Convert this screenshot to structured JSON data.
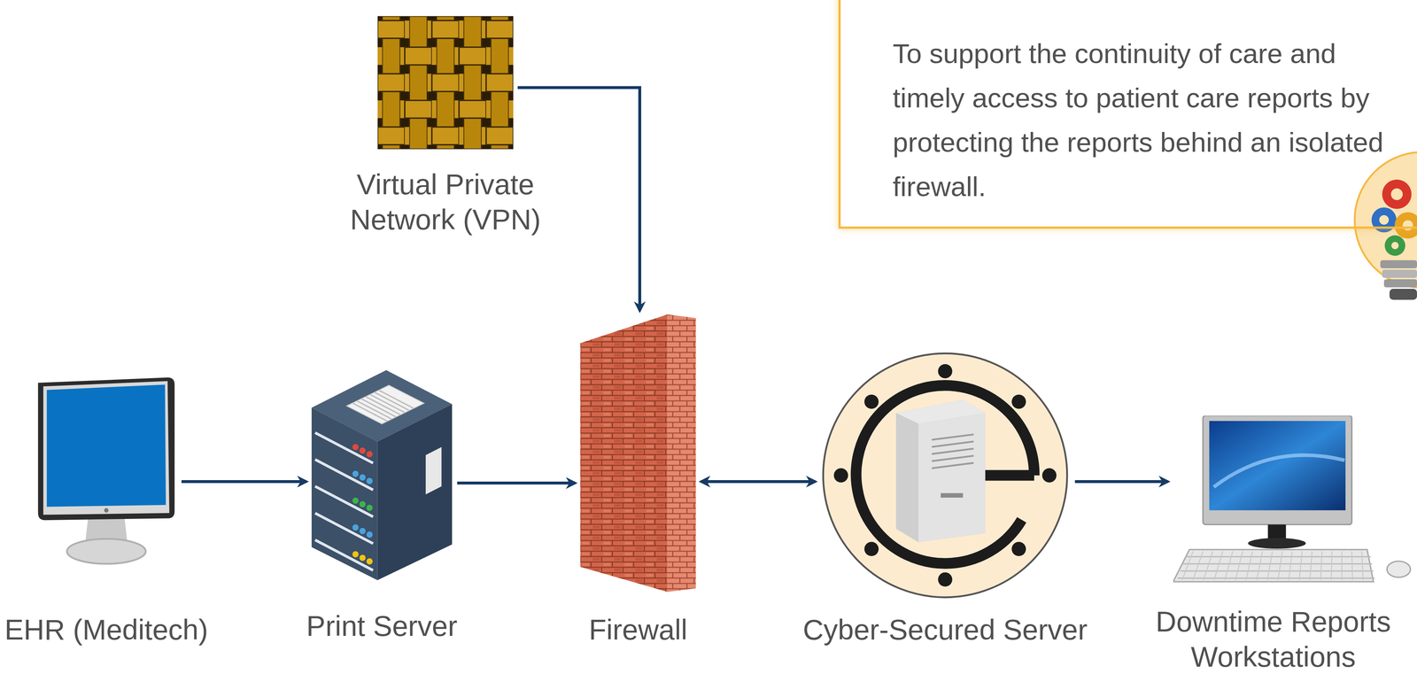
{
  "diagram": {
    "nodes": [
      {
        "text": [
          "Virtual Private Network (VPN)"
        ]
      },
      {
        "text": [
          "To support the continuity of care and timely access to patient care reports by protecting the reports behind an isolated firewall."
        ]
      },
      {
        "text": [
          "EHR (Meditech)"
        ]
      },
      {
        "text": [
          "Print Server"
        ]
      },
      {
        "text": [
          "Firewall"
        ]
      },
      {
        "text": [
          "Cyber-Secured Server"
        ]
      },
      {
        "text": [
          "Downtime Reports Workstations"
        ]
      }
    ],
    "edges": [
      {
        "from": 0,
        "to": 4,
        "arrow": "to"
      },
      {
        "from": 2,
        "to": 3,
        "arrow": "to"
      },
      {
        "from": 3,
        "to": 4,
        "arrow": "to"
      },
      {
        "from": 4,
        "to": 5,
        "arrow": "both"
      },
      {
        "from": 5,
        "to": 6,
        "arrow": "to"
      }
    ]
  }
}
